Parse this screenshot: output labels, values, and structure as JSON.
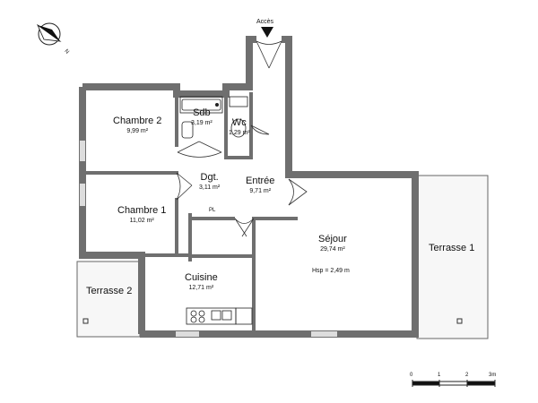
{
  "plan": {
    "entrance_label": "Accès",
    "compass_label": "N",
    "rooms": [
      {
        "id": "chambre2",
        "name": "Chambre 2",
        "area": "9,99 m²"
      },
      {
        "id": "sdb",
        "name": "Sdb",
        "area": "3,19 m²"
      },
      {
        "id": "wc",
        "name": "Wc",
        "area": "1,29 m²"
      },
      {
        "id": "dgt",
        "name": "Dgt.",
        "area": "3,11 m²"
      },
      {
        "id": "entree",
        "name": "Entrée",
        "area": "9,71 m²"
      },
      {
        "id": "chambre1",
        "name": "Chambre 1",
        "area": "11,02 m²"
      },
      {
        "id": "cuisine",
        "name": "Cuisine",
        "area": "12,71 m²"
      },
      {
        "id": "sejour",
        "name": "Séjour",
        "area": "29,74 m²",
        "note": "Hsp = 2,49 m"
      },
      {
        "id": "terrasse1",
        "name": "Terrasse 1"
      },
      {
        "id": "terrasse2",
        "name": "Terrasse 2"
      }
    ],
    "placard_label": "PL",
    "scale": {
      "ticks": [
        "0",
        "1",
        "2",
        "3m"
      ]
    },
    "colors": {
      "wall": "#6f6f6f",
      "line": "#333333",
      "terrace": "#f7f7f7"
    }
  }
}
